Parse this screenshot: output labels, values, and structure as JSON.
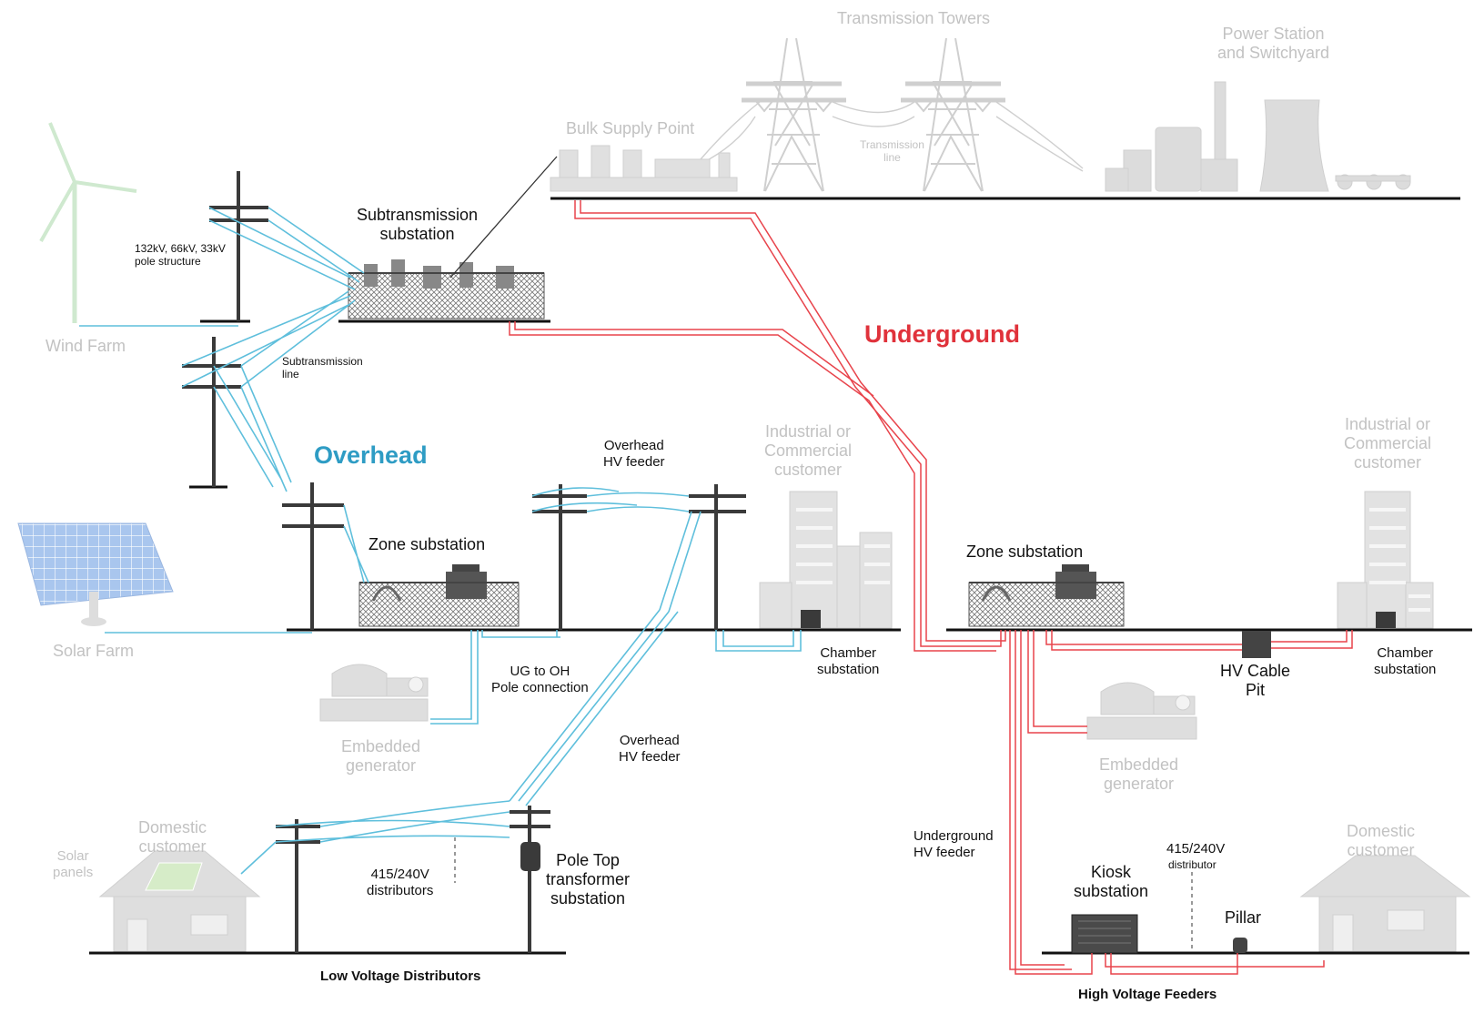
{
  "colors": {
    "overhead_line": "#5fbfdc",
    "underground_line": "#e8444c",
    "ground_line": "#111111",
    "ghost_asset": "#d9d9d9",
    "pole": "#3a3a3a"
  },
  "labels": {
    "transmission_towers": "Transmission Towers",
    "power_station": "Power Station\nand Switchyard",
    "bulk_supply_point": "Bulk Supply Point",
    "transmission_line": "Transmission\nline",
    "wind_farm": "Wind Farm",
    "pole_structure": "132kV, 66kV, 33kV\npole structure",
    "subtransmission_substation": "Subtransmission\nsubstation",
    "subtransmission_line": "Subtransmission\nline",
    "overhead": "Overhead",
    "underground": "Underground",
    "solar_farm": "Solar Farm",
    "zone_substation_left": "Zone substation",
    "overhead_hv_feeder_top": "Overhead\nHV feeder",
    "industrial_left": "Industrial or\nCommercial\ncustomer",
    "chamber_substation_left": "Chamber\nsubstation",
    "ug_to_oh": "UG to OH\nPole connection",
    "embedded_generator_left": "Embedded\ngenerator",
    "overhead_hv_feeder_mid": "Overhead\nHV feeder",
    "domestic_left": "Domestic\ncustomer",
    "solar_panels": "Solar\npanels",
    "distributors_left": "415/240V\ndistributors",
    "pole_top": "Pole Top\ntransformer\nsubstation",
    "low_voltage_distributors": "Low Voltage Distributors",
    "zone_substation_right": "Zone substation",
    "industrial_right": "Industrial or\nCommercial\ncustomer",
    "hv_cable_pit": "HV Cable\nPit",
    "chamber_substation_right": "Chamber\nsubstation",
    "embedded_generator_right": "Embedded\ngenerator",
    "underground_hv_feeder": "Underground\nHV feeder",
    "distributor_right": "415/240V",
    "distributor_right_sub": "distributor",
    "kiosk_substation": "Kiosk\nsubstation",
    "pillar": "Pillar",
    "domestic_right": "Domestic\ncustomer",
    "high_voltage_feeders": "High Voltage Feeders"
  }
}
